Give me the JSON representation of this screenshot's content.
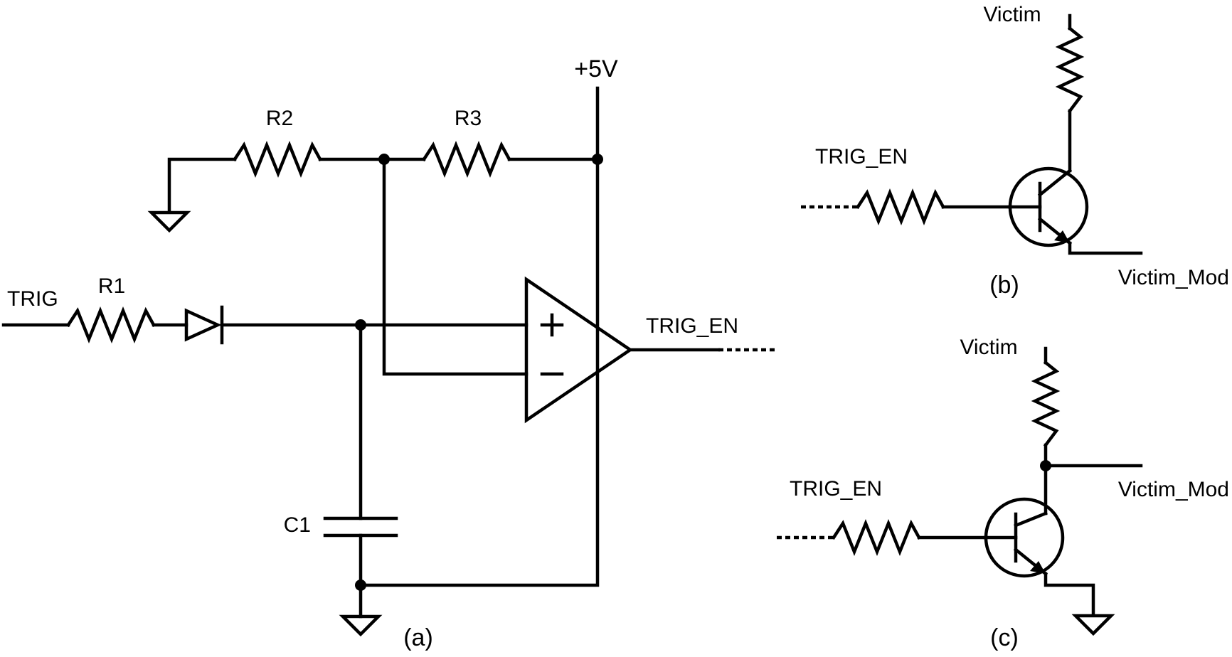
{
  "figure": {
    "panel_a": {
      "caption": "(a)",
      "supply_label": "+5V",
      "input_label": "TRIG",
      "output_label": "TRIG_EN",
      "resistors": [
        "R1",
        "R2",
        "R3"
      ],
      "capacitor": "C1",
      "opamp_plus": "+",
      "opamp_minus": "−"
    },
    "panel_b": {
      "caption": "(b)",
      "top_label": "Victim",
      "input_label": "TRIG_EN",
      "output_label": "Victim_Mod"
    },
    "panel_c": {
      "caption": "(c)",
      "top_label": "Victim",
      "input_label": "TRIG_EN",
      "output_label": "Victim_Mod"
    }
  }
}
